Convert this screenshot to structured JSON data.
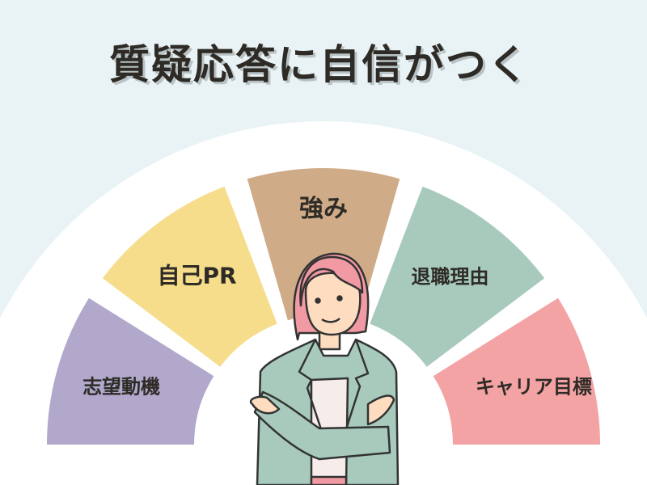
{
  "title": "質疑応答に自信がつく",
  "segments": [
    {
      "label": "志望動機",
      "color": "#b1a8cc"
    },
    {
      "label": "自己PR",
      "color": "#f6dd8b"
    },
    {
      "label": "強み",
      "color": "#cfab88"
    },
    {
      "label": "退職理由",
      "color": "#a7cabd"
    },
    {
      "label": "キャリア目標",
      "color": "#f4a3a4"
    }
  ],
  "colors": {
    "background": "#e9f3f5",
    "arch": "#ffffff",
    "text": "#2e2b26"
  }
}
